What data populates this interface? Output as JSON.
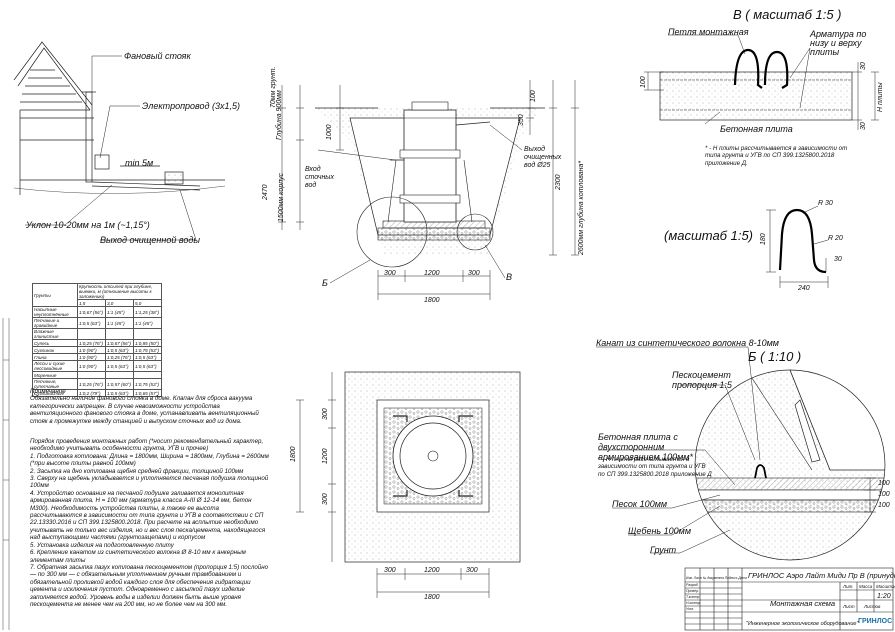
{
  "house": {
    "vent_riser": "Фановый стояк",
    "power_line": "Электропровод (3х1,5)",
    "min_length": "min 5м",
    "slope": "Уклон 10-20мм на 1м (~1,15°)",
    "outlet": "Выход очищенной воды"
  },
  "section": {
    "dim_70mm": "70мм грунт.",
    "dim_frost": "Глубина 900мм",
    "dim_1500_body": "1500мм корпус",
    "dim_2470": "2470",
    "dim_1000": "1000",
    "dim_100": "100",
    "dim_350": "350",
    "dim_2300": "2300",
    "dim_2600": "2600мм глубина котлована*",
    "inlet": "Вход сточных вод",
    "outlet": "Выход очищенных вод Ø25",
    "dim_300_left": "300",
    "dim_1200": "1200",
    "dim_300_right": "300",
    "dim_1800": "1800",
    "label_b": "Б",
    "label_v": "В"
  },
  "detail_v": {
    "title": "В ( масштаб 1:5 )",
    "loop": "Петля монтажная",
    "rebar": "Арматура по низу и верху плиты",
    "dim_100": "100",
    "dim_30_top": "30",
    "dim_30_bottom": "30",
    "h_plate": "H плиты",
    "concrete_plate": "Бетонная плита",
    "note": "* - H плиты рассчитывается в зависимости от типа грунта и УГВ по СП 399.1325800.2018 приложение Д."
  },
  "detail_loop": {
    "title": "(масштаб 1:5)",
    "r30": "R 30",
    "r20": "R 20",
    "dim_180": "180",
    "dim_30": "30",
    "dim_240": "240"
  },
  "soil_table": {
    "header_col1": "Грунты",
    "header_col2": "Крупность отсыпей при глубине, выемки, м (отношение высоты к заложению)",
    "subheaders": [
      "1,5",
      "3,0",
      "5,0"
    ],
    "rows": [
      [
        "Насыпные неуплотнённые",
        "1:0,67 (56°)",
        "1:1 (45°)",
        "1:1,25 (38°)"
      ],
      [
        "Песчаные и гравийные",
        "1:0,5 (63°)",
        "1:1 (45°)",
        "1:1 (45°)"
      ],
      [
        "Влажные глинистые",
        "",
        "",
        ""
      ],
      [
        "Супесь",
        "1:0,25 (76°)",
        "1:0,67 (56°)",
        "1:0,85 (50°)"
      ],
      [
        "Суглинок",
        "1:0 (90°)",
        "1:0,5 (63°)",
        "1:0,75 (53°)"
      ],
      [
        "Глина",
        "1:0 (90°)",
        "1:0,25 (76°)",
        "1:0,5 (63°)"
      ],
      [
        "Лессы и сухие лессовидные",
        "1:0 (90°)",
        "1:0,5 (63°)",
        "1:0,5 (63°)"
      ],
      [
        "Моренные",
        "",
        "",
        ""
      ],
      [
        "Песчаные, супесчаные",
        "1:0,25 (76°)",
        "1:0,57 (60°)",
        "1:0,75 (53°)"
      ],
      [
        "Суглинистые",
        "1:0,2 (79°)",
        "1:0,5 (63°)",
        "1:0,65 (57°)"
      ]
    ]
  },
  "notes": {
    "heading": "Примечание",
    "p1": "Обязательно наличие фанового стояка в доме. Клапан для сброса вакуума категорически запрещен. В случае невозможности устройства вентиляционного фанового стояка в доме, устанавливать вентиляционный стояк в промежутке между станцией и выпуском сточных вод из дома.",
    "p2": "Порядок проведения монтажных работ (*носит рекомендательный характер, необходимо учитывать особенности грунта, УГВ и прочее)",
    "steps": [
      "1. Подготовка котлована: Длина = 1800мм, Ширина = 1800мм, Глубина = 2600мм (*при высоте плиты равной 100мм)",
      "2. Засыпка на дно котлована щебня средней фракции, толщиной 100мм",
      "3. Сверху на щебень укладывается и уплотняется песчаная подушка толщиной 100мм",
      "4. Устройство основания на песчаной подушке заливается монолитная армированная плита. Н = 100 мм (арматура класса А-III Ø 12-14 мм, бетон М300). Необходимость устройства плиты, а также ее высота рассчитываются в зависимости от типа грунта и УГВ в соответствии с СП 22.13330.2016 и СП 399.1325800.2018. При расчете на всплытие необходимо учитывать не только вес изделия, но и вес слоя песка/цемента, находящегося над выступающими частями (грунтозацепами) и корпусом",
      "5. Установка изделия на подготовленную плиту",
      "6. Крепление канатом из синтетического волокна Ø 8-10 мм к анкерным элементам плиты",
      "7. Обратная засыпка пазух котлована пескоцементом (пропорция 1:5) послойно — по 300 мм — с обязательным уплотнением ручным трамбованием и обязательной проливкой водой каждого слоя для обеспечения гидратации цемента и исключения пустот. Одновременно с засыпкой пазух изделие заполняется водой. Уровень воды в изделии должен быть выше уровня пескоцемента не менее чем на 200 мм, но не более чем на 300 мм."
    ]
  },
  "plan": {
    "dim_300_a": "300",
    "dim_1200": "1200",
    "dim_300_b": "300",
    "dim_1800_v": "1800",
    "dim_300_c": "300",
    "dim_1200_h": "1200",
    "dim_300_d": "300",
    "dim_1800_h": "1800"
  },
  "detail_b": {
    "title": "Б ( 1:10 )",
    "rope": "Канат из синтетического волокна 8-10мм",
    "sand_cement": "Пескоцемент пропорция 1:5",
    "plate": "Бетонная плита с двухсторонним армированием 100мм*",
    "note": "* - H плиты рассчитывается в зависимости от типа грунта и УГВ по СП 399.1325800.2018 приложение Д",
    "sand": "Песок 100мм",
    "gravel": "Щебень 100мм",
    "soil": "Грунт",
    "dim_100_a": "100",
    "dim_100_b": "100",
    "dim_100_c": "100"
  },
  "stamp": {
    "product": "ГРИНЛОС Аэро Лайт Миди Пр В (принудительный)",
    "sheet_name": "Монтажная схема",
    "company": "\"Инженерное экологическое оборудование\"",
    "scale": "1:20",
    "col_lit": "Лит.",
    "col_mass": "Масса",
    "col_scale": "Масштаб",
    "sheet": "Лист",
    "sheets": "Листов",
    "brand": "ГРИНЛОС",
    "brand_color": "#1b6fa8",
    "rows_left": [
      "Изм.",
      "Лист",
      "№ документа",
      "Подпись",
      "Дата",
      "Разраб.",
      "Провер.",
      "Т.контр.",
      "Н.контр.",
      "Утв."
    ]
  }
}
